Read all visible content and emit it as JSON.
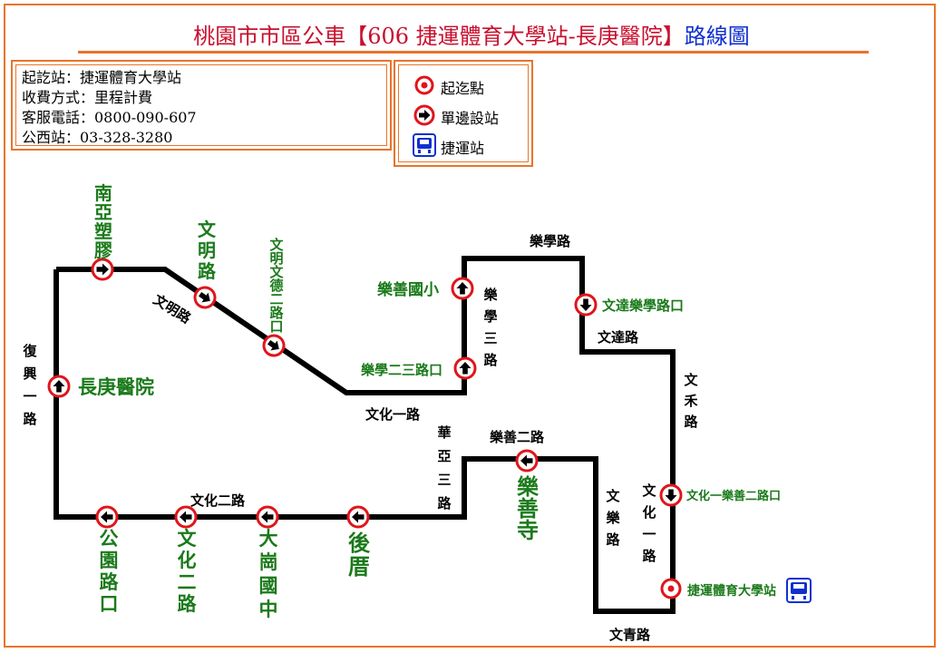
{
  "title": {
    "prefix": "桃園市市區公車【606 捷運體育大學站-長庚醫院】",
    "suffix": "路線圖"
  },
  "info": {
    "origin": "起訖站：捷運體育大學站",
    "fare": "收費方式：里程計費",
    "service": "客服電話：0800-090-607",
    "company": "公西站：03-328-3280"
  },
  "legend": {
    "terminal": "起迄點",
    "one_way": "單邊設站",
    "mrt": "捷運站"
  },
  "colors": {
    "frame": "#e8742b",
    "title_red": "#c8102e",
    "title_blue": "#1030d0",
    "stop_red": "#e0151b",
    "stop_green": "#1a7a1a",
    "mrt_blue": "#1030d0"
  },
  "roads": {
    "fuxing_1": "復興一路",
    "wenming": "文明路",
    "wenhua_1_upper": "文化一路",
    "lexue_3": "樂學三路",
    "lexue": "樂學路",
    "wenda": "文達路",
    "wenhe": "文禾路",
    "huaya_3": "華亞三路",
    "leshan_2": "樂善二路",
    "wenhua_2": "文化二路",
    "wenle": "文樂路",
    "wenhua_1_right": "文化一路",
    "wenqing": "文青路"
  },
  "stops": {
    "nanya": "南亞塑膠",
    "wenming_road": "文明路",
    "wenming_wende": "文明文德二路口",
    "changgung": "長庚醫院",
    "leshan_school": "樂善國小",
    "lexue_23": "樂學二三路口",
    "wenda_lexue": "文達樂學路口",
    "wenhua1_leshan2": "文化一樂善二路口",
    "mrt_station": "捷運體育大學站",
    "leshan_temple": "樂善寺",
    "houcuo": "後厝",
    "dagang_junior": "大崗國中",
    "wenhua_2_stop": "文化二路",
    "gongyuan": "公園路口"
  }
}
